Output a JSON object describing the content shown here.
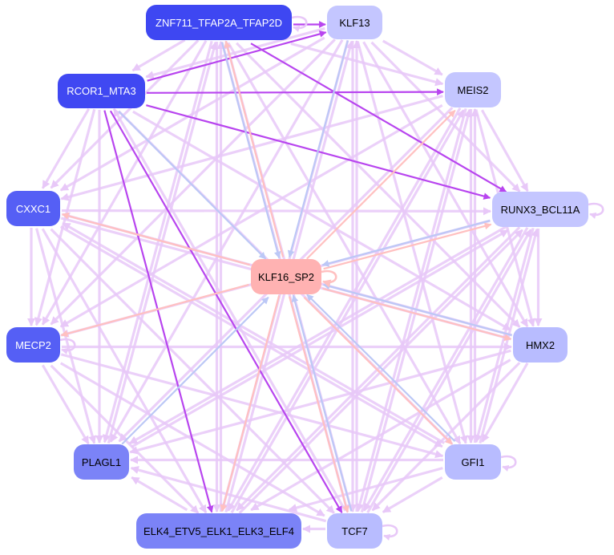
{
  "colors": {
    "edge_default": "#e8c8f8",
    "edge_purple": "#b845ef",
    "edge_pink": "#ffc0c0",
    "edge_blue": "#bcc8f6"
  },
  "nodes": [
    {
      "id": "zfp",
      "label": "ZNF711_TFAP2A_TFAP2D",
      "fill": "#3e47f2",
      "text": "#ffffff"
    },
    {
      "id": "klf13",
      "label": "KLF13",
      "fill": "#c4c6ff",
      "text": "#000000"
    },
    {
      "id": "rcor",
      "label": "RCOR1_MTA3",
      "fill": "#4048f2",
      "text": "#ffffff"
    },
    {
      "id": "meis",
      "label": "MEIS2",
      "fill": "#c4c6ff",
      "text": "#000000"
    },
    {
      "id": "cxxc",
      "label": "CXXC1",
      "fill": "#555ff5",
      "text": "#ffffff"
    },
    {
      "id": "runx",
      "label": "RUNX3_BCL11A",
      "fill": "#c4c6ff",
      "text": "#000000"
    },
    {
      "id": "klf16",
      "label": "KLF16_SP2",
      "fill": "#ffb2b2",
      "text": "#000000"
    },
    {
      "id": "mecp",
      "label": "MECP2",
      "fill": "#555ff5",
      "text": "#ffffff"
    },
    {
      "id": "hmx",
      "label": "HMX2",
      "fill": "#b8bcff",
      "text": "#000000"
    },
    {
      "id": "plagl",
      "label": "PLAGL1",
      "fill": "#7b83f7",
      "text": "#000000"
    },
    {
      "id": "gfi",
      "label": "GFI1",
      "fill": "#b8bcff",
      "text": "#000000"
    },
    {
      "id": "elk",
      "label": "ELK4_ETV5_ELK1_ELK3_ELF4",
      "fill": "#7b83f7",
      "text": "#000000"
    },
    {
      "id": "tcf",
      "label": "TCF7",
      "fill": "#b8bcff",
      "text": "#000000"
    }
  ],
  "edges": [
    {
      "from": "zfp",
      "to": "klf13",
      "kind": "purple"
    },
    {
      "from": "rcor",
      "to": "klf13",
      "kind": "purple"
    },
    {
      "from": "rcor",
      "to": "meis",
      "kind": "purple"
    },
    {
      "from": "rcor",
      "to": "runx",
      "kind": "purple"
    },
    {
      "from": "zfp",
      "to": "runx",
      "kind": "purple"
    },
    {
      "from": "rcor",
      "to": "tcf",
      "kind": "purple"
    },
    {
      "from": "rcor",
      "to": "elk",
      "kind": "purple"
    },
    {
      "from": "klf16",
      "to": "meis",
      "kind": "pink"
    },
    {
      "from": "klf16",
      "to": "gfi",
      "kind": "pink"
    },
    {
      "from": "klf16",
      "to": "tcf",
      "kind": "pink"
    },
    {
      "from": "klf16",
      "to": "elk",
      "kind": "pink"
    },
    {
      "from": "klf16",
      "to": "cxxc",
      "kind": "pink"
    },
    {
      "from": "klf16",
      "to": "mecp",
      "kind": "pink"
    },
    {
      "from": "klf16",
      "to": "runx",
      "kind": "pink"
    },
    {
      "from": "klf16",
      "to": "zfp",
      "kind": "pink"
    },
    {
      "from": "klf16",
      "to": "hmx",
      "kind": "pink"
    },
    {
      "from": "rcor",
      "to": "klf16",
      "kind": "blue"
    },
    {
      "from": "zfp",
      "to": "klf16",
      "kind": "blue"
    },
    {
      "from": "klf13",
      "to": "klf16",
      "kind": "blue"
    },
    {
      "from": "runx",
      "to": "klf16",
      "kind": "blue"
    },
    {
      "from": "plagl",
      "to": "klf16",
      "kind": "blue"
    },
    {
      "from": "hmx",
      "to": "klf16",
      "kind": "blue"
    },
    {
      "from": "gfi",
      "to": "klf16",
      "kind": "blue"
    },
    {
      "from": "tcf",
      "to": "klf16",
      "kind": "blue"
    },
    {
      "from": "zfp",
      "to": "rcor",
      "kind": "default"
    },
    {
      "from": "zfp",
      "to": "cxxc",
      "kind": "default"
    },
    {
      "from": "zfp",
      "to": "mecp",
      "kind": "default"
    },
    {
      "from": "zfp",
      "to": "meis",
      "kind": "default"
    },
    {
      "from": "zfp",
      "to": "gfi",
      "kind": "default"
    },
    {
      "from": "zfp",
      "to": "tcf",
      "kind": "default"
    },
    {
      "from": "zfp",
      "to": "elk",
      "kind": "default"
    },
    {
      "from": "zfp",
      "to": "plagl",
      "kind": "default"
    },
    {
      "from": "zfp",
      "to": "hmx",
      "kind": "default"
    },
    {
      "from": "klf13",
      "to": "rcor",
      "kind": "default"
    },
    {
      "from": "klf13",
      "to": "meis",
      "kind": "default"
    },
    {
      "from": "klf13",
      "to": "runx",
      "kind": "default"
    },
    {
      "from": "klf13",
      "to": "cxxc",
      "kind": "default"
    },
    {
      "from": "klf13",
      "to": "mecp",
      "kind": "default"
    },
    {
      "from": "klf13",
      "to": "hmx",
      "kind": "default"
    },
    {
      "from": "klf13",
      "to": "gfi",
      "kind": "default"
    },
    {
      "from": "klf13",
      "to": "tcf",
      "kind": "default"
    },
    {
      "from": "klf13",
      "to": "elk",
      "kind": "default"
    },
    {
      "from": "klf13",
      "to": "plagl",
      "kind": "default"
    },
    {
      "from": "rcor",
      "to": "cxxc",
      "kind": "default"
    },
    {
      "from": "rcor",
      "to": "mecp",
      "kind": "default"
    },
    {
      "from": "rcor",
      "to": "hmx",
      "kind": "default"
    },
    {
      "from": "rcor",
      "to": "gfi",
      "kind": "default"
    },
    {
      "from": "rcor",
      "to": "plagl",
      "kind": "default"
    },
    {
      "from": "meis",
      "to": "runx",
      "kind": "default"
    },
    {
      "from": "meis",
      "to": "cxxc",
      "kind": "default"
    },
    {
      "from": "meis",
      "to": "mecp",
      "kind": "default"
    },
    {
      "from": "meis",
      "to": "hmx",
      "kind": "default"
    },
    {
      "from": "meis",
      "to": "gfi",
      "kind": "default"
    },
    {
      "from": "meis",
      "to": "tcf",
      "kind": "default"
    },
    {
      "from": "meis",
      "to": "elk",
      "kind": "default"
    },
    {
      "from": "meis",
      "to": "plagl",
      "kind": "default"
    },
    {
      "from": "cxxc",
      "to": "runx",
      "kind": "default"
    },
    {
      "from": "cxxc",
      "to": "mecp",
      "kind": "default"
    },
    {
      "from": "cxxc",
      "to": "hmx",
      "kind": "default"
    },
    {
      "from": "cxxc",
      "to": "gfi",
      "kind": "default"
    },
    {
      "from": "cxxc",
      "to": "tcf",
      "kind": "default"
    },
    {
      "from": "cxxc",
      "to": "elk",
      "kind": "default"
    },
    {
      "from": "cxxc",
      "to": "plagl",
      "kind": "default"
    },
    {
      "from": "runx",
      "to": "mecp",
      "kind": "default"
    },
    {
      "from": "runx",
      "to": "hmx",
      "kind": "default"
    },
    {
      "from": "runx",
      "to": "gfi",
      "kind": "default"
    },
    {
      "from": "runx",
      "to": "tcf",
      "kind": "default"
    },
    {
      "from": "runx",
      "to": "elk",
      "kind": "default"
    },
    {
      "from": "runx",
      "to": "plagl",
      "kind": "default"
    },
    {
      "from": "mecp",
      "to": "hmx",
      "kind": "default"
    },
    {
      "from": "mecp",
      "to": "gfi",
      "kind": "default"
    },
    {
      "from": "mecp",
      "to": "tcf",
      "kind": "default"
    },
    {
      "from": "mecp",
      "to": "elk",
      "kind": "default"
    },
    {
      "from": "mecp",
      "to": "plagl",
      "kind": "default"
    },
    {
      "from": "hmx",
      "to": "gfi",
      "kind": "default"
    },
    {
      "from": "hmx",
      "to": "tcf",
      "kind": "default"
    },
    {
      "from": "hmx",
      "to": "elk",
      "kind": "default"
    },
    {
      "from": "hmx",
      "to": "plagl",
      "kind": "default"
    },
    {
      "from": "gfi",
      "to": "tcf",
      "kind": "default"
    },
    {
      "from": "gfi",
      "to": "elk",
      "kind": "default"
    },
    {
      "from": "gfi",
      "to": "plagl",
      "kind": "default"
    },
    {
      "from": "tcf",
      "to": "elk",
      "kind": "default"
    },
    {
      "from": "tcf",
      "to": "plagl",
      "kind": "default"
    },
    {
      "from": "elk",
      "to": "plagl",
      "kind": "default"
    },
    {
      "from": "plagl",
      "to": "runx",
      "kind": "default"
    },
    {
      "from": "elk",
      "to": "runx",
      "kind": "default"
    },
    {
      "from": "tcf",
      "to": "runx",
      "kind": "default"
    },
    {
      "from": "gfi",
      "to": "runx",
      "kind": "default"
    },
    {
      "from": "elk",
      "to": "zfp",
      "kind": "default"
    },
    {
      "from": "tcf",
      "to": "zfp",
      "kind": "default"
    },
    {
      "from": "plagl",
      "to": "zfp",
      "kind": "default"
    },
    {
      "from": "gfi",
      "to": "meis",
      "kind": "default"
    },
    {
      "from": "tcf",
      "to": "meis",
      "kind": "default"
    },
    {
      "from": "elk",
      "to": "meis",
      "kind": "default"
    },
    {
      "from": "hmx",
      "to": "cxxc",
      "kind": "default"
    },
    {
      "from": "gfi",
      "to": "cxxc",
      "kind": "default"
    },
    {
      "from": "tcf",
      "to": "rcor",
      "kind": "default"
    },
    {
      "from": "elk",
      "to": "klf13",
      "kind": "default"
    },
    {
      "from": "tcf",
      "to": "klf13",
      "kind": "default"
    }
  ],
  "self_loops": [
    "klf16",
    "mecp",
    "gfi",
    "tcf",
    "runx",
    "zfp"
  ]
}
